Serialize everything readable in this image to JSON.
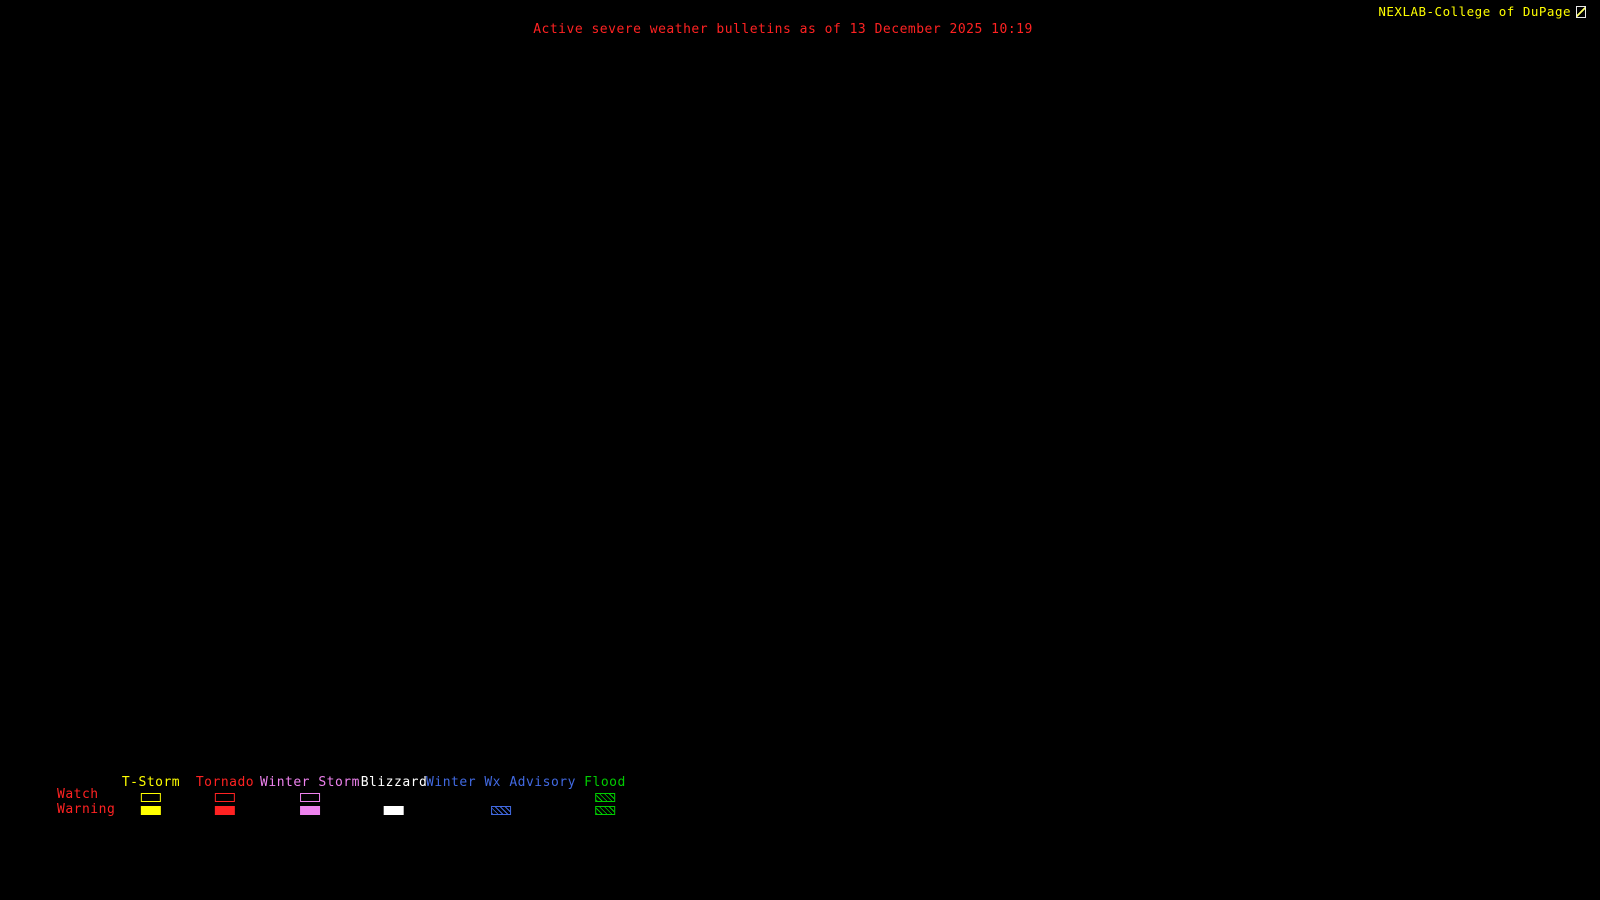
{
  "header": {
    "brand": "NEXLAB-College of DuPage",
    "brand_color": "#ffff00",
    "title": "Active severe weather bulletins as of 13 December 2025 10:19",
    "title_color": "#ff2222"
  },
  "background_color": "#000000",
  "legend": {
    "row_labels": {
      "watch": "Watch",
      "warning": "Warning"
    },
    "row_label_color": "#ff2222",
    "columns": [
      {
        "id": "tstorm",
        "label": "T-Storm",
        "color": "#ffff00",
        "watch": "outline",
        "warning": "solid"
      },
      {
        "id": "tornado",
        "label": "Tornado",
        "color": "#ff2222",
        "watch": "outline",
        "warning": "solid"
      },
      {
        "id": "winter-storm",
        "label": "Winter Storm",
        "color": "#ee82ee",
        "watch": "outline",
        "warning": "solid"
      },
      {
        "id": "blizzard",
        "label": "Blizzard",
        "color": "#ffffff",
        "watch": "none",
        "warning": "solid"
      },
      {
        "id": "winter-wx-advisory",
        "label": "Winter Wx Advisory",
        "color": "#4169e1",
        "watch": "none",
        "warning": "hatched"
      },
      {
        "id": "flood",
        "label": "Flood",
        "color": "#00cc00",
        "watch": "hatched",
        "warning": "hatched"
      }
    ]
  }
}
